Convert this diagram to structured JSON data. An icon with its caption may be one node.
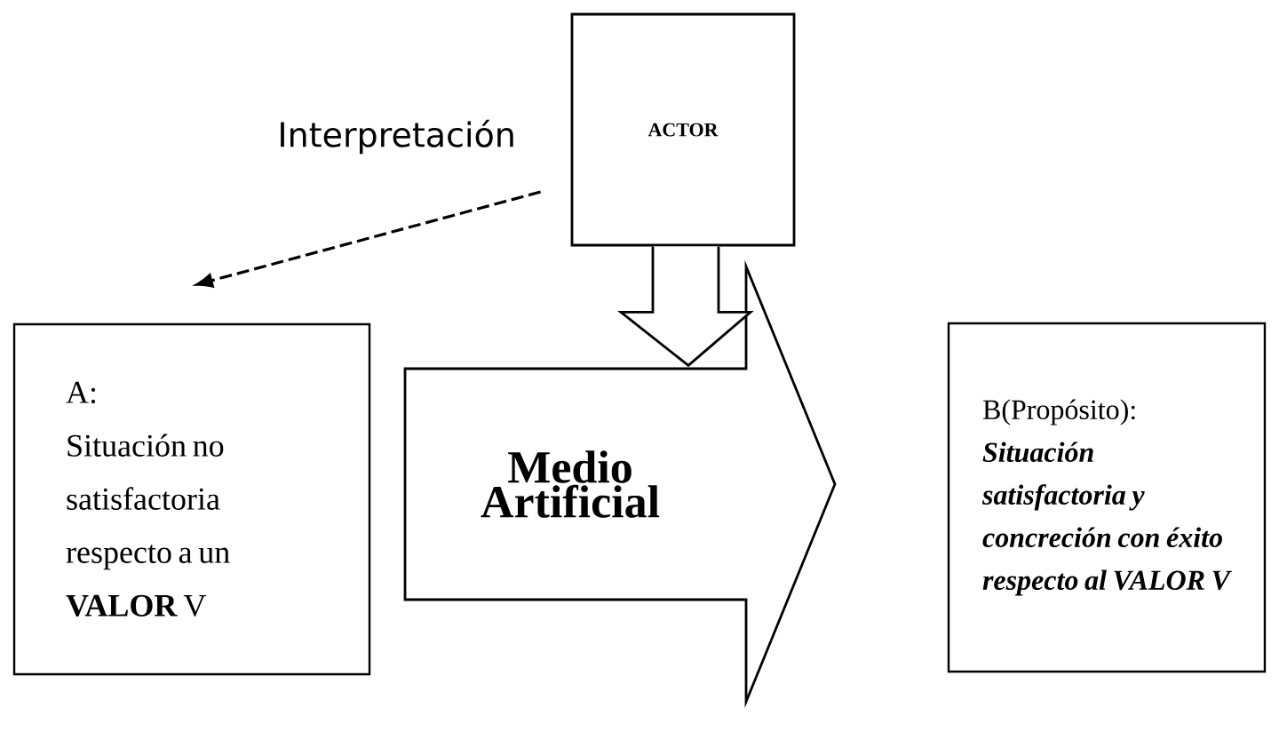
{
  "diagram": {
    "nodes": [
      {
        "text": [
          "ACTOR"
        ]
      },
      {
        "text": [
          "A:",
          "Situación no satisfactoria respecto a un **VALOR** V"
        ]
      },
      {
        "text": [
          "Medio Artificial"
        ]
      },
      {
        "text": [
          "B(Propósito):",
          "Situación satisfactoria y concreción con éxito respecto al VALOR V"
        ]
      }
    ],
    "edges": [
      {
        "from": 0,
        "to": 1,
        "arrow": "to",
        "style": "dashed",
        "label": "Interpretación"
      },
      {
        "from": 0,
        "to": 2,
        "arrow": "to",
        "style": "thick"
      }
    ]
  }
}
